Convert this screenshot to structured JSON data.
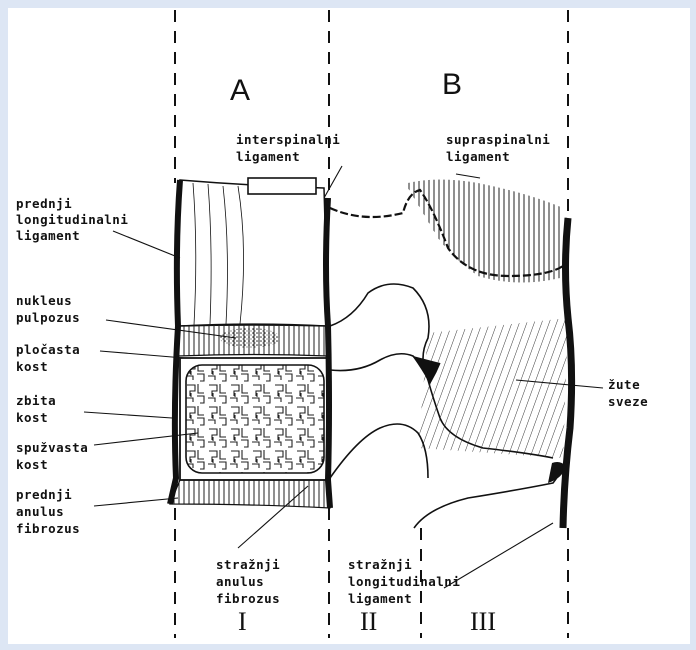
{
  "diagram": {
    "section_a": "A",
    "section_b": "B",
    "roman_1": "I",
    "roman_2": "II",
    "roman_3": "III",
    "labels": {
      "interspinal": [
        "interspinalni",
        "ligament"
      ],
      "supraspinal": [
        "supraspinalni",
        "ligament"
      ],
      "anterior_longitudinal": [
        "prednji",
        "longitudinalni",
        "ligament"
      ],
      "nucleus": [
        "nukleus",
        "pulpozus"
      ],
      "plate_bone": [
        "pločasta",
        "kost"
      ],
      "compact_bone": [
        "zbita",
        "kost"
      ],
      "spongy_bone": [
        "spužvasta",
        "kost"
      ],
      "anterior_anulus": [
        "prednji",
        "anulus",
        "fibrozus"
      ],
      "posterior_anulus": [
        "stražnji",
        "anulus",
        "fibrozus"
      ],
      "posterior_longitudinal": [
        "stražnji",
        "longitudinalni",
        "ligament"
      ],
      "yellow_ligaments": [
        "žute",
        "sveze"
      ]
    }
  }
}
